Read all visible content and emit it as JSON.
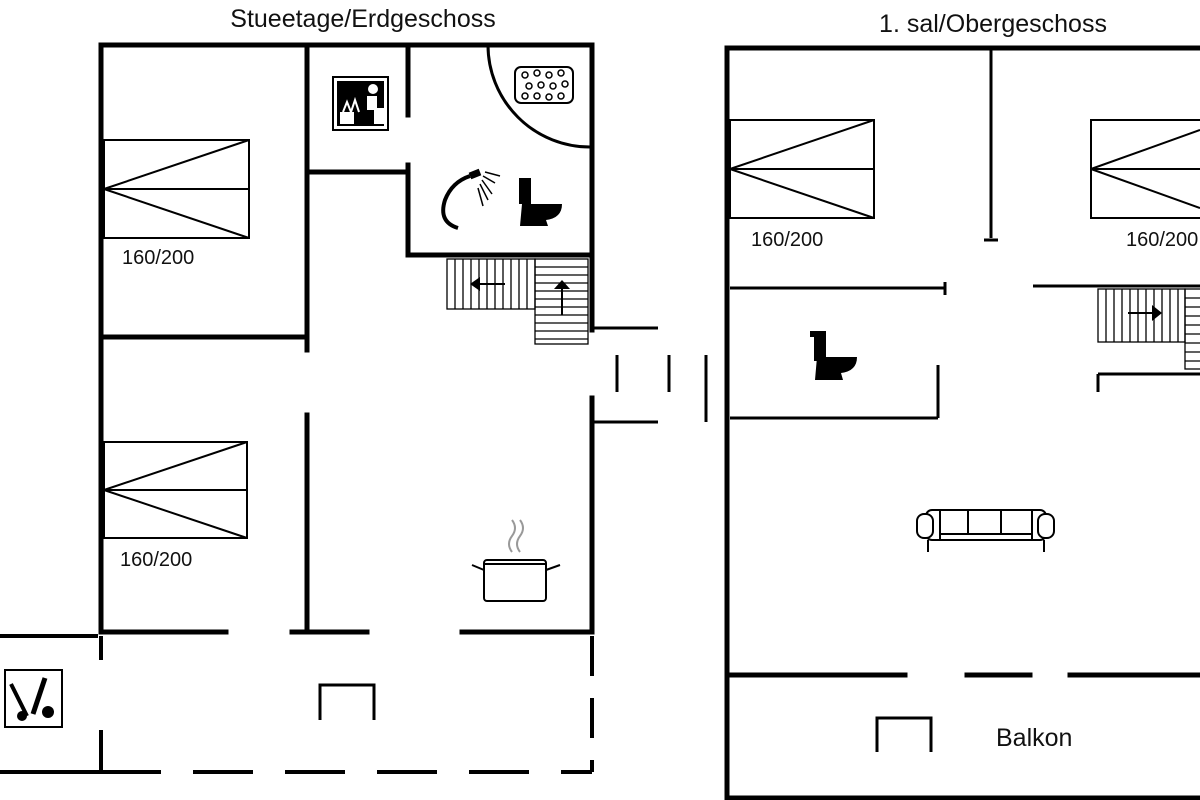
{
  "ground_floor": {
    "title": "Stueetage/Erdgeschoss",
    "bed_labels": [
      "160/200",
      "160/200"
    ]
  },
  "upper_floor": {
    "title": "1. sal/Obergeschoss",
    "bed_labels": [
      "160/200",
      "160/200"
    ],
    "balcony_label": "Balkon"
  },
  "icons": [
    "sauna-icon",
    "hot-tub-icon",
    "shower-icon",
    "toilet-icon",
    "stairs-icon",
    "stove-icon",
    "bbq-icon",
    "sofa-icon",
    "fireplace-icon"
  ]
}
